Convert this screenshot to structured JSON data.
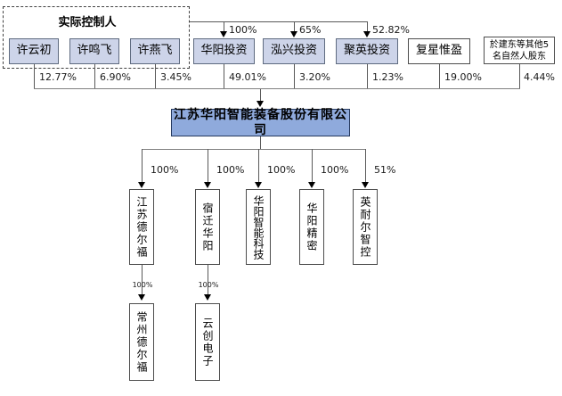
{
  "colors": {
    "shareholder_box_fill": "#cdd4e9",
    "main_company_fill": "#8faadc",
    "plain_box_fill": "#ffffff",
    "line": "#595959"
  },
  "controller": {
    "title": "实际控制人",
    "members": [
      {
        "name": "许云初",
        "pct": "12.77%"
      },
      {
        "name": "许鸣飞",
        "pct": "6.90%"
      },
      {
        "name": "许燕飞",
        "pct": "3.45%"
      }
    ]
  },
  "holdings": [
    {
      "name": "华阳投资",
      "ctrl_pct": "100%",
      "pct": "49.01%"
    },
    {
      "name": "泓兴投资",
      "ctrl_pct": "65%",
      "pct": "3.20%"
    },
    {
      "name": "聚英投资",
      "ctrl_pct": "52.82%",
      "pct": "1.23%"
    }
  ],
  "others": [
    {
      "name": "复星惟盈",
      "pct": "19.00%"
    },
    {
      "name": "於建东等其他5名自然人股东",
      "pct": "4.44%"
    }
  ],
  "company": {
    "name": "江苏华阳智能装备股份有限公司"
  },
  "subsidiaries": [
    {
      "name": "江苏德尔福",
      "pct": "100%"
    },
    {
      "name": "宿迁华阳",
      "pct": "100%"
    },
    {
      "name": "华阳智能科技",
      "pct": "100%"
    },
    {
      "name": "华阳精密",
      "pct": "100%"
    },
    {
      "name": "英耐尔智控",
      "pct": "51%"
    }
  ],
  "level2": [
    {
      "name": "常州德尔福",
      "pct": "100%",
      "parent": "江苏德尔福"
    },
    {
      "name": "云创电子",
      "pct": "100%",
      "parent": "宿迁华阳"
    }
  ]
}
